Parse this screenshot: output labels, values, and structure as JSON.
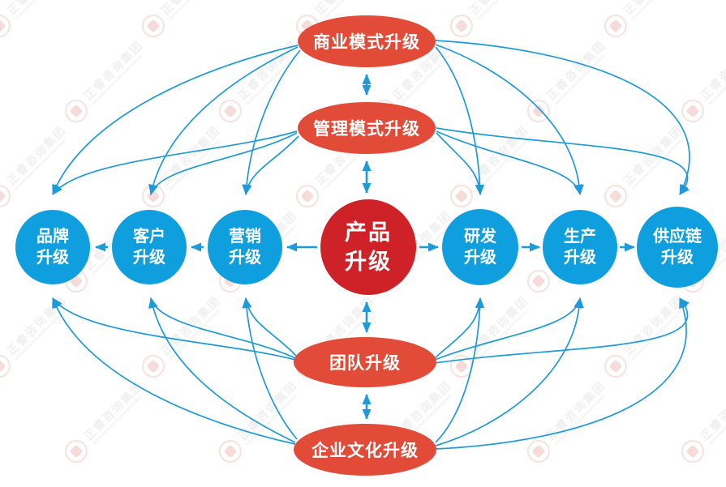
{
  "colors": {
    "circle_blue": "#0f9fde",
    "ellipse_red": "#e24b38",
    "center_red": "#ce2128",
    "arrow_blue": "#1e9ad8"
  },
  "watermark": {
    "text": "正睿咨询集团"
  },
  "nodes": {
    "business_model": {
      "label": "商业模式升级"
    },
    "management_model": {
      "label": "管理模式升级"
    },
    "product": {
      "line1": "产品",
      "line2": "升级"
    },
    "brand": {
      "line1": "品牌",
      "line2": "升级"
    },
    "customer": {
      "line1": "客户",
      "line2": "升级"
    },
    "marketing": {
      "line1": "营销",
      "line2": "升级"
    },
    "rnd": {
      "line1": "研发",
      "line2": "升级"
    },
    "production": {
      "line1": "生产",
      "line2": "升级"
    },
    "supply_chain": {
      "line1": "供应链",
      "line2": "升级"
    },
    "team": {
      "label": "团队升级"
    },
    "culture": {
      "label": "企业文化升级"
    }
  }
}
